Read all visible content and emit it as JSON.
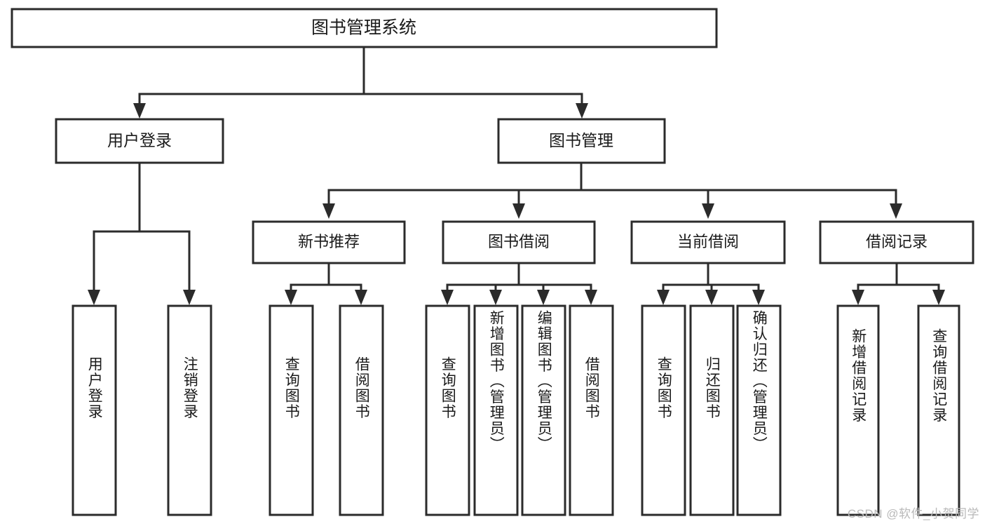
{
  "diagram": {
    "type": "hierarchy-tree",
    "title": "图书管理系统",
    "watermark": "CSDN @软件_小贺同学",
    "colors": {
      "stroke": "#2b2b2b",
      "fill": "#ffffff",
      "text": "#1a1a1a",
      "watermark": "#b9b9b9"
    },
    "levels": {
      "root": {
        "label": "图书管理系统"
      },
      "level1": [
        {
          "label": "用户登录"
        },
        {
          "label": "图书管理"
        }
      ],
      "level2": [
        {
          "label": "新书推荐"
        },
        {
          "label": "图书借阅"
        },
        {
          "label": "当前借阅"
        },
        {
          "label": "借阅记录"
        }
      ],
      "leaves": {
        "user_login": [
          {
            "label": "用户登录"
          },
          {
            "label": "注销登录"
          }
        ],
        "new_book": [
          {
            "label": "查询图书"
          },
          {
            "label": "借阅图书"
          }
        ],
        "book_borrow": [
          {
            "label": "查询图书"
          },
          {
            "label": "新增图书（管理员）"
          },
          {
            "label": "编辑图书（管理员）"
          },
          {
            "label": "借阅图书"
          }
        ],
        "current_borrow": [
          {
            "label": "查询图书"
          },
          {
            "label": "归还图书"
          },
          {
            "label": "确认归还（管理员）"
          }
        ],
        "borrow_record": [
          {
            "label": "新增借阅记录"
          },
          {
            "label": "查询借阅记录"
          }
        ]
      }
    }
  }
}
